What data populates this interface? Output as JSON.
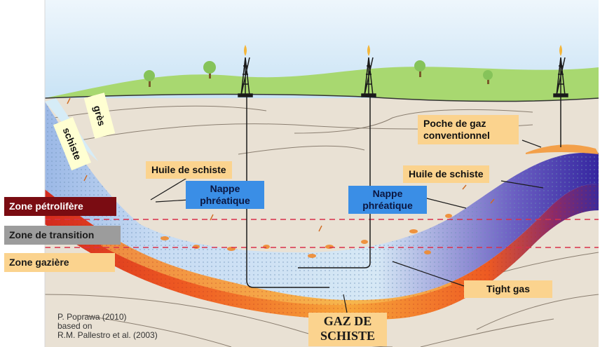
{
  "labels": {
    "gres": "grès",
    "schiste": "schiste",
    "huile_left": "Huile de schiste",
    "huile_right": "Huile de schiste",
    "nappe_left_1": "Nappe",
    "nappe_left_2": "phréatique",
    "nappe_right_1": "Nappe",
    "nappe_right_2": "phréatique",
    "poche_1": "Poche de gaz",
    "poche_2": "conventionnel",
    "tight_gas": "Tight gas",
    "gaz_1": "GAZ DE",
    "gaz_2": "SCHISTE"
  },
  "zones": {
    "petrolifere": "Zone pétrolifère",
    "transition": "Zone de transition",
    "gaziere": "Zone gazière"
  },
  "credit": {
    "line1": "P. Poprawa (2010)",
    "line2": "based on",
    "line3": "R.M. Pallestro et al. (2003)"
  },
  "colors": {
    "sky": "#c9e3f5",
    "grass": "#a8d870",
    "ground": "#e8e0d2",
    "sandstone_layer": "#cfe6f3",
    "oil_zone": "#7a0c12",
    "transition_zone": "#9c9c9c",
    "gas_zone": "#fbd38e",
    "blue_label": "#3a8ee6",
    "dashed_line": "#d9304a"
  }
}
